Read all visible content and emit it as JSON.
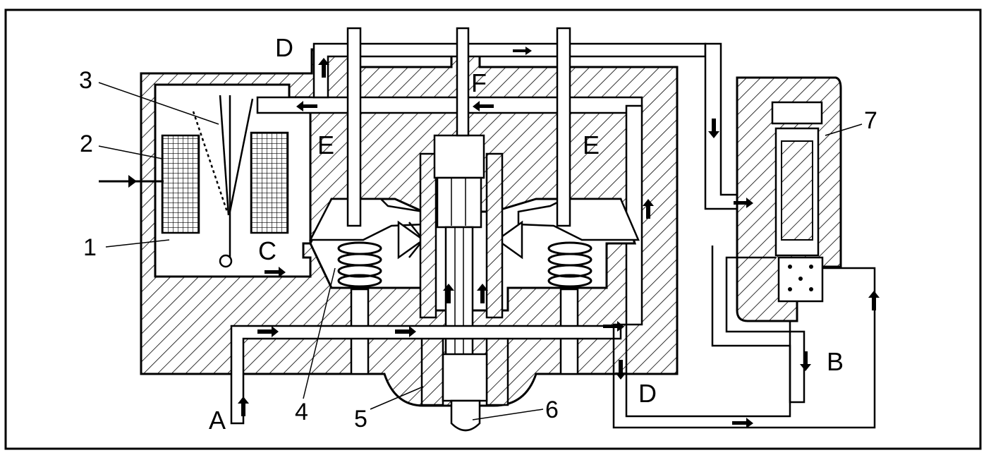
{
  "diagram": {
    "callouts": {
      "n1": "1",
      "n2": "2",
      "n3": "3",
      "n4": "4",
      "n5": "5",
      "n6": "6",
      "n7": "7"
    },
    "ports": {
      "A": "A",
      "B": "B",
      "C": "C",
      "D_top": "D",
      "D_bottom": "D",
      "E_left": "E",
      "E_right": "E",
      "F": "F"
    }
  }
}
